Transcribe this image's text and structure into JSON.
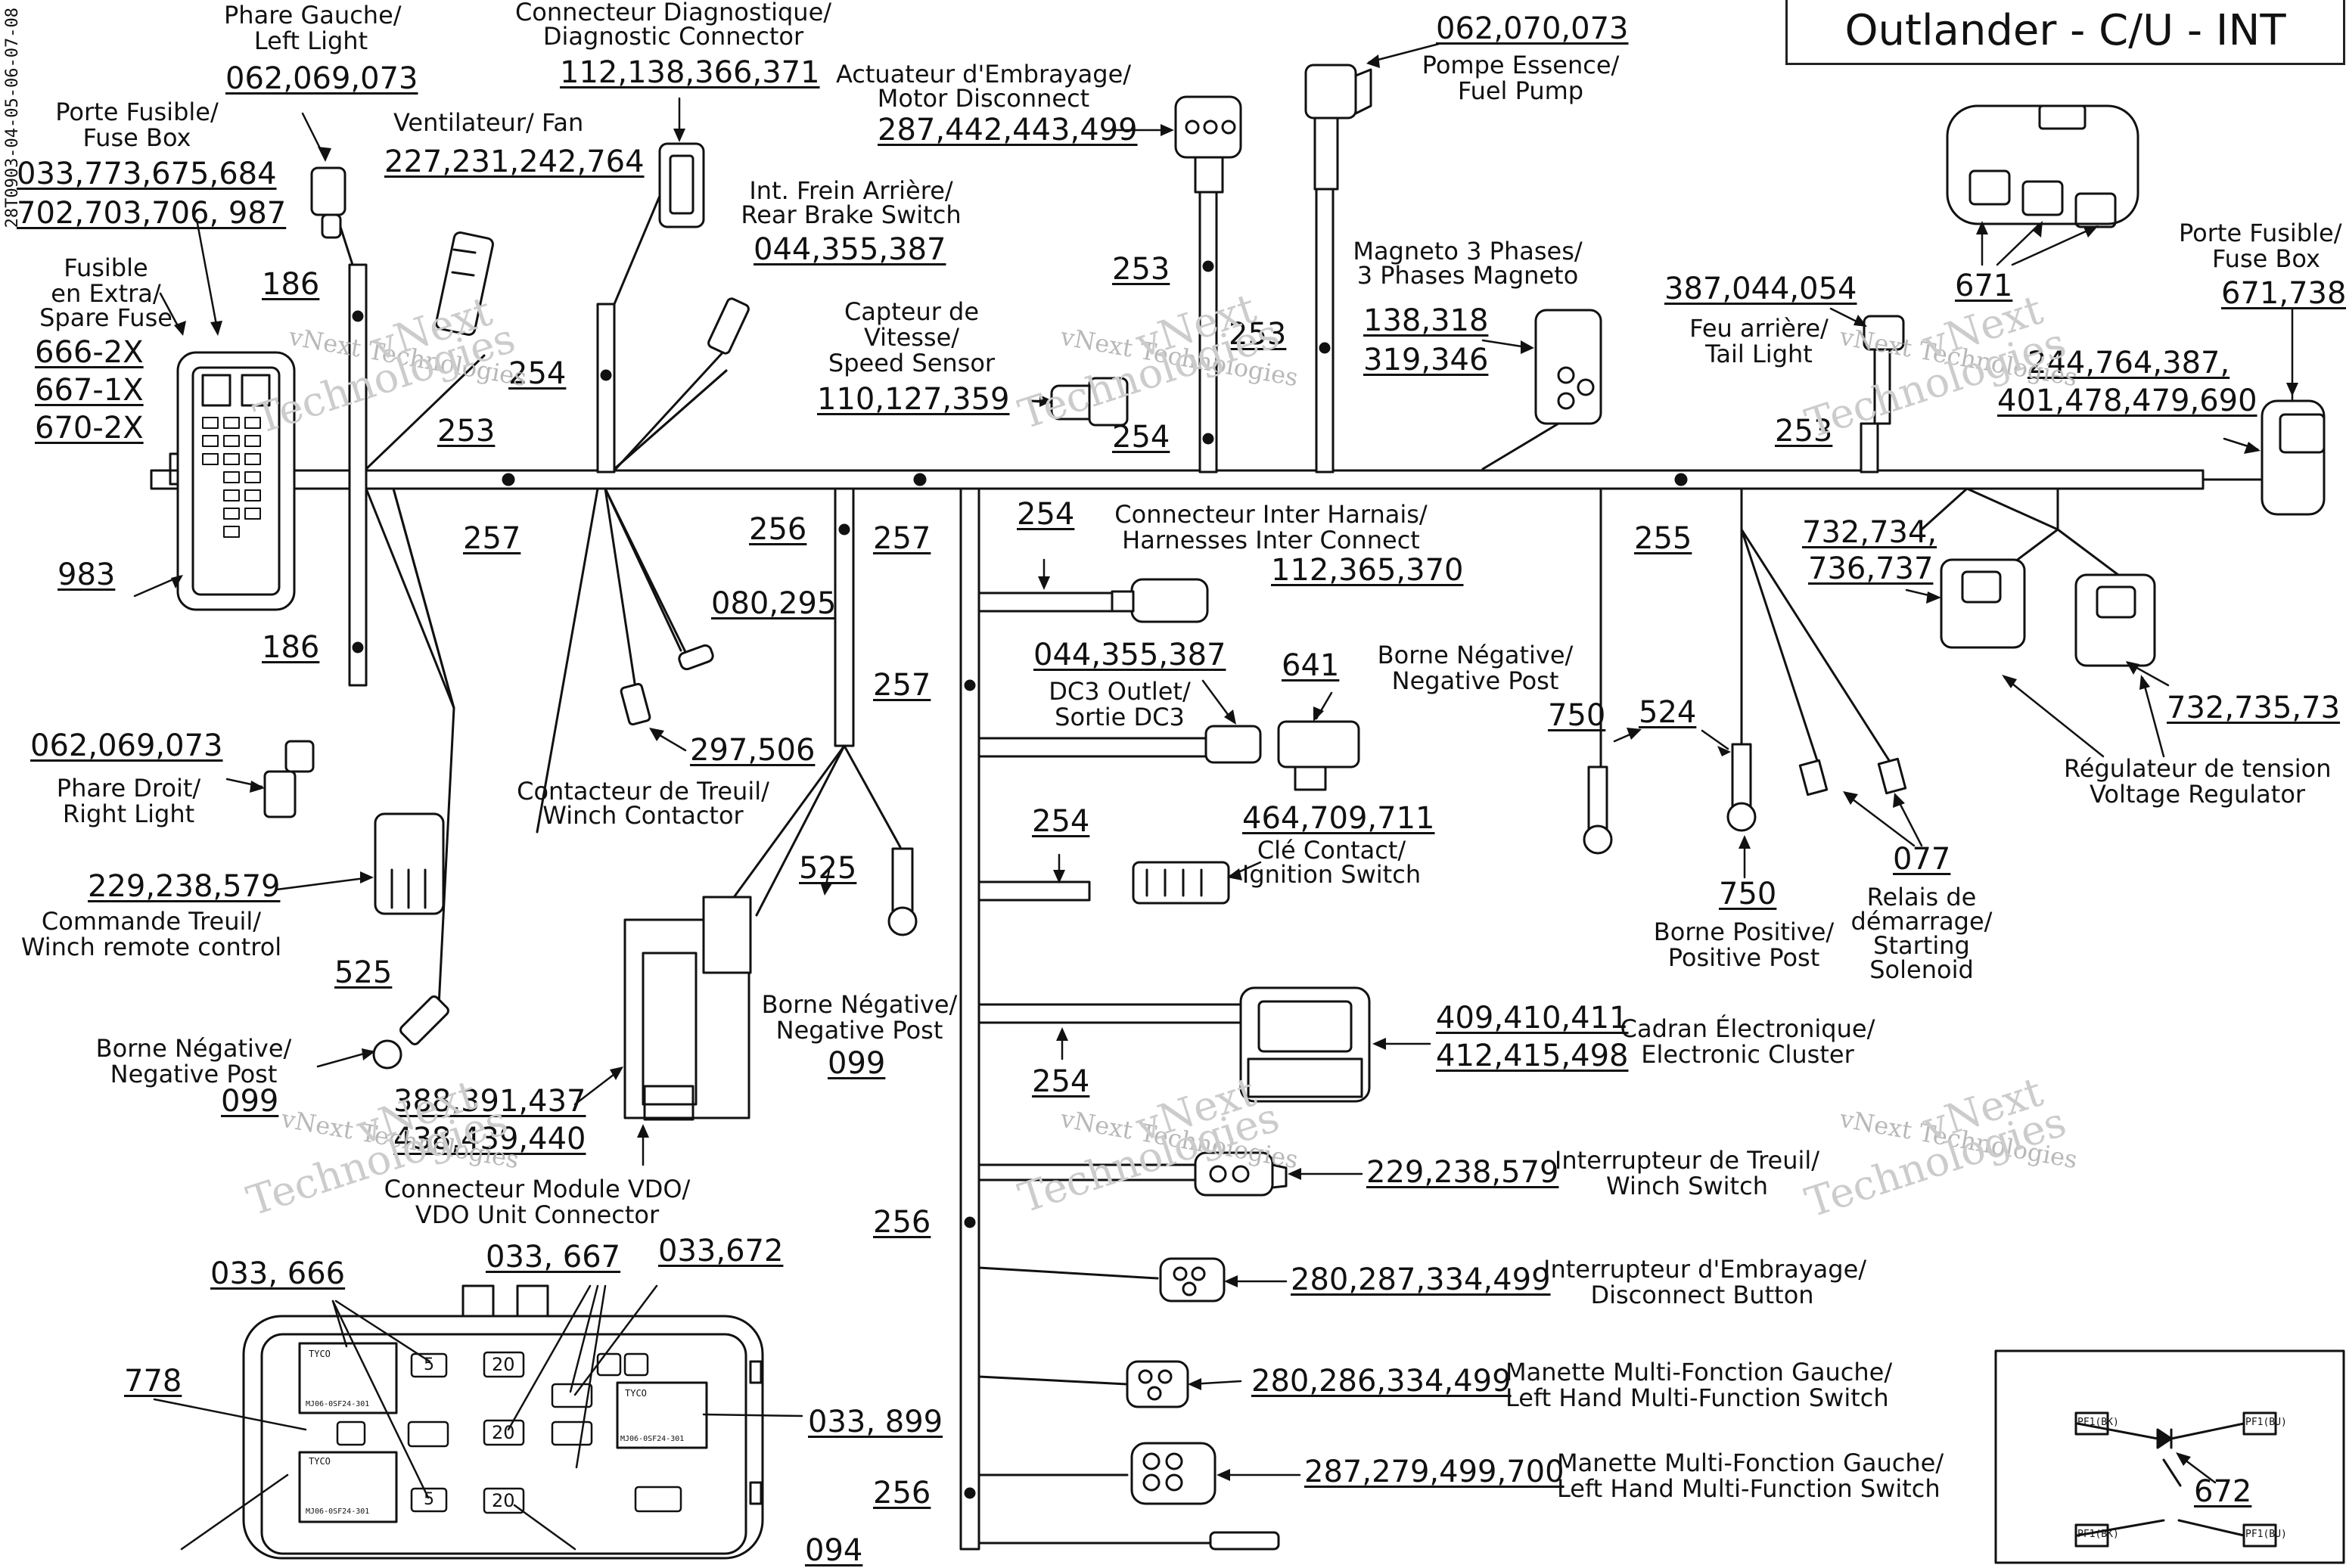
{
  "title": "Outlander - C/U - INT",
  "doc_id": "28T0903-04-05-06-07-08",
  "watermark": "vNext Technologies",
  "watermark_short": "vNext",
  "watermark_tail": "Technologies",
  "components": {
    "phare_gauche": {
      "label_fr": "Phare Gauche/",
      "label_en": "Left Light",
      "parts": "062,069,073"
    },
    "diag_conn": {
      "label_fr": "Connecteur Diagnostique/",
      "label_en": "Diagnostic Connector",
      "parts": "112,138,366,371"
    },
    "fuse_box_top": {
      "label_fr": "Porte Fusible/",
      "label_en": "Fuse Box",
      "parts1": "033,773,675,684",
      "parts2": "702,703,706, 987"
    },
    "fan": {
      "label": "Ventilateur/ Fan",
      "parts": "227,231,242,764"
    },
    "clutch_act": {
      "label_fr": "Actuateur d'Embrayage/",
      "label_en": "Motor Disconnect",
      "parts": "287,442,443,499"
    },
    "fuel_pump": {
      "parts": "062,070,073",
      "label_fr": "Pompe Essence/",
      "label_en": "Fuel Pump"
    },
    "rear_brake": {
      "label_fr": "Int. Frein Arrière/",
      "label_en": "Rear Brake Switch",
      "parts": "044,355,387"
    },
    "spare_fuse": {
      "l1": "Fusible",
      "l2": "en Extra/",
      "l3": "Spare Fuse",
      "p1": "666-2X",
      "p2": "667-1X",
      "p3": "670-2X"
    },
    "speed_sensor": {
      "l1": "Capteur de",
      "l2": "Vitesse/",
      "l3": "Speed Sensor",
      "parts": "110,127,359"
    },
    "magneto": {
      "label_fr": "Magneto 3 Phases/",
      "label_en": "3 Phases Magneto",
      "parts1": "138,318",
      "parts2": "319,346"
    },
    "tail_light": {
      "parts": "387,044,054",
      "label_fr": "Feu arrière/",
      "label_en": "Tail Light"
    },
    "conn_671": {
      "parts": "671"
    },
    "fuse_box_right": {
      "label_fr": "Porte Fusible/",
      "label_en": "Fuse Box",
      "parts": "671,738"
    },
    "right_conn": {
      "parts1": "244,764,387,",
      "parts2": "401,478,479,690"
    },
    "fuse_983": {
      "parts": "983"
    },
    "inter_harness": {
      "label_fr": "Connecteur Inter Harnais/",
      "label_en": "Harnesses Inter Connect",
      "parts": "112,365,370"
    },
    "vr_conn": {
      "parts1": "732,734,",
      "parts2": "736,737",
      "parts3": "732,735,73"
    },
    "sensor_080": {
      "parts": "080,295"
    },
    "dc3": {
      "parts": "044,355,387",
      "label_fr": "DC3 Outlet/",
      "label_en": "Sortie DC3"
    },
    "p641": {
      "parts": "641"
    },
    "neg_post_mid": {
      "label_fr": "Borne Négative/",
      "label_en": "Negative Post",
      "parts": "750"
    },
    "p524": {
      "parts": "524"
    },
    "phare_droit": {
      "parts": "062,069,073",
      "label_fr": "Phare Droit/",
      "label_en": "Right Light"
    },
    "winch_contactor": {
      "parts": "297,506",
      "label_fr": "Contacteur de Treuil/",
      "label_en": "Winch Contactor"
    },
    "reg_tension": {
      "label_fr": "Régulateur de tension",
      "label_en": "Voltage Regulator"
    },
    "ignition": {
      "parts": "464,709,711",
      "label_fr": "Clé Contact/",
      "label_en": "Ignition Switch"
    },
    "p525a": {
      "parts": "525"
    },
    "solenoid": {
      "parts": "077",
      "l1": "Relais de",
      "l2": "démarrage/",
      "l3": "Starting",
      "l4": "Solenoid"
    },
    "pos_post": {
      "parts": "750",
      "label_fr": "Borne Positive/",
      "label_en": "Positive Post"
    },
    "winch_remote": {
      "parts": "229,238,579",
      "label_fr": "Commande Treuil/",
      "label_en": "Winch remote control"
    },
    "neg_post_099b": {
      "label_fr": "Borne Négative/",
      "label_en": "Negative Post",
      "parts": "099"
    },
    "p525b": {
      "parts": "525"
    },
    "cluster": {
      "parts1": "409,410,411",
      "parts2": "412,415,498",
      "label_fr": "Cadran Électronique/",
      "label_en": "Electronic Cluster"
    },
    "neg_post_099a": {
      "label_fr": "Borne Négative/",
      "label_en": "Negative Post",
      "parts": "099"
    },
    "vdo": {
      "parts1": "388,391,437",
      "parts2": "438,439,440",
      "label_fr": "Connecteur Module VDO/",
      "label_en": "VDO Unit Connector"
    },
    "winch_switch": {
      "parts": "229,238,579",
      "label_fr": "Interrupteur de Treuil/",
      "label_en": "Winch Switch"
    },
    "disconnect_btn": {
      "parts": "280,287,334,499",
      "label_fr": "Interrupteur d'Embrayage/",
      "label_en": "Disconnect Button"
    },
    "lh_switch_1": {
      "parts": "280,286,334,499",
      "label_fr": "Manette Multi-Fonction Gauche/",
      "label_en": "Left Hand Multi-Function Switch"
    },
    "lh_switch_2": {
      "parts": "287,279,499,700",
      "label_fr": "Manette Multi-Fonction Gauche/",
      "label_en": "Left Hand Multi-Function Switch"
    },
    "fusebox_bottom": {
      "p1": "033, 666",
      "p2": "033, 667",
      "p3": "033,672",
      "p4": "778",
      "p5": "033, 899",
      "p6": "094"
    },
    "diode": {
      "parts": "672",
      "tag1": "PF1(BK)",
      "tag2": "PF1(BU)",
      "tag3": "PF1(BK)",
      "tag4": "PF1(BU)"
    },
    "fusebox_text": {
      "brand": "TYCO",
      "code": "MJ06-0SF24-301",
      "f5": "5",
      "f20": "20"
    }
  },
  "wires": {
    "w186a": "186",
    "w254a": "254",
    "w253a": "253",
    "w257a": "257",
    "w186b": "186",
    "w256a": "256",
    "w257b": "257",
    "w257c": "257",
    "w253b": "253",
    "w253c": "253",
    "w254b": "254",
    "w254c": "254",
    "w253d": "253",
    "w255": "255",
    "w254d": "254",
    "w254e": "254",
    "w256b": "256",
    "w256c": "256"
  }
}
